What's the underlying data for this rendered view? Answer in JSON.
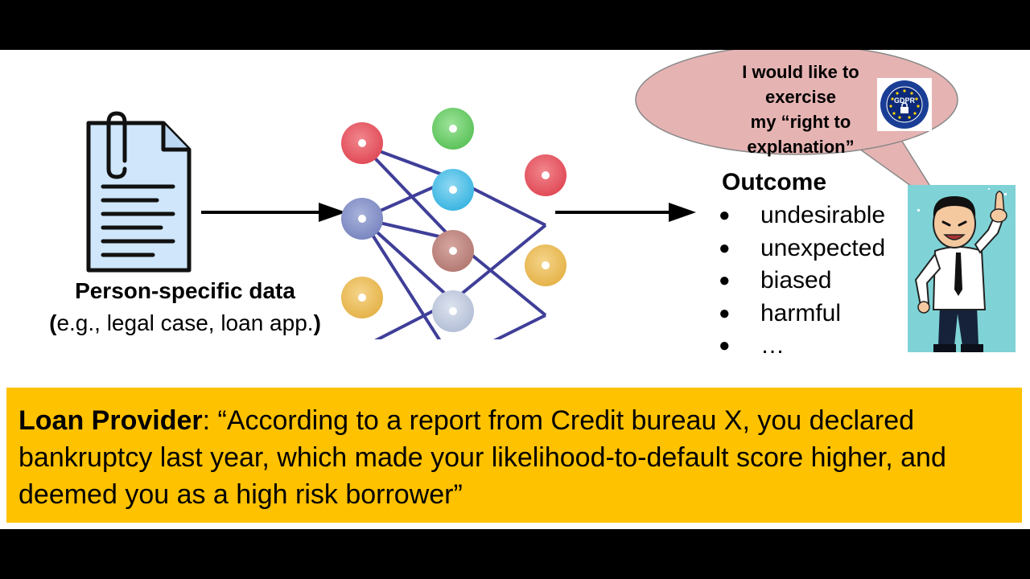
{
  "input": {
    "title": "Person-specific data",
    "caption_open": "(",
    "caption_text": "e.g., legal case, loan app.",
    "caption_close": ")",
    "icon": "document-with-paperclip-icon"
  },
  "model": {
    "icon": "neural-network-icon"
  },
  "outcome": {
    "title": "Outcome",
    "bullet": "●",
    "items": [
      "undesirable",
      "unexpected",
      "biased",
      "harmful",
      "…"
    ]
  },
  "speech": {
    "line1": "I would like to",
    "line2": "exercise",
    "line3": "my “right to",
    "line4": "explanation”",
    "badge_icon": "gdpr-seal-icon",
    "badge_text": "GDPR",
    "bubble_color": "#e6b3b3"
  },
  "person": {
    "icon": "businessman-raising-finger-icon",
    "background_color": "#7fd3d6"
  },
  "banner": {
    "speaker": "Loan Provider",
    "colon": ": ",
    "quote": "“According to a report from Credit bureau X, you declared bankruptcy last year, which made your likelihood-to-default score higher, and deemed you as a high risk borrower”",
    "background_color": "#ffc200"
  }
}
